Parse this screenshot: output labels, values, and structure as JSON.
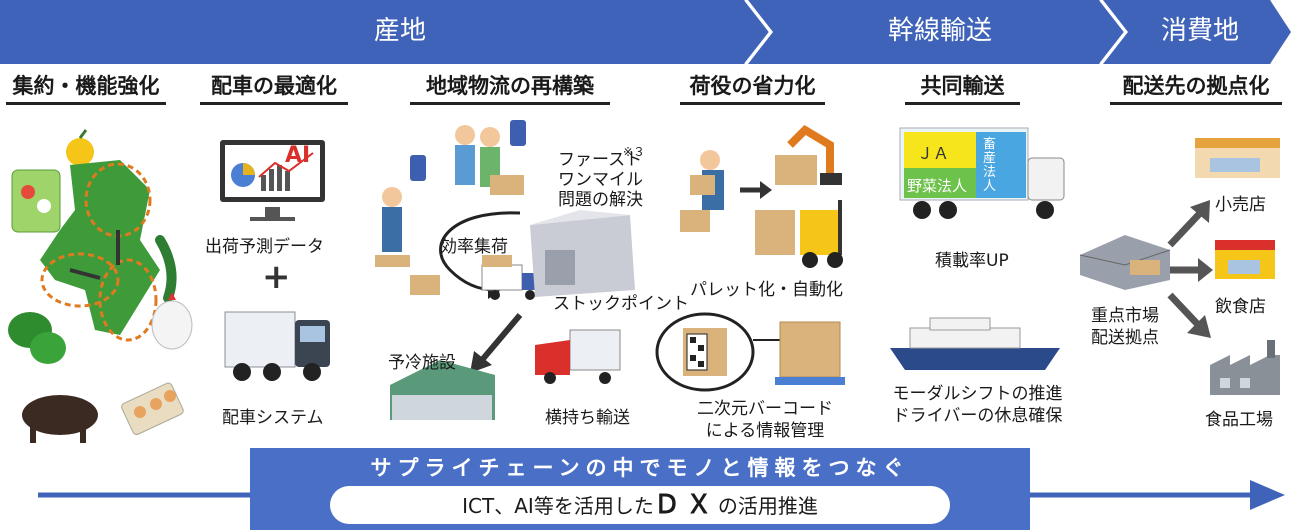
{
  "phases": [
    "産地",
    "幹線輸送",
    "消費地"
  ],
  "categories": [
    "集約・機能強化",
    "配車の最適化",
    "地域物流の再構築",
    "荷役の省力化",
    "共同輸送",
    "配送先の拠点化"
  ],
  "dispatch": {
    "ai_badge": "AI",
    "forecast_label": "出荷予測データ",
    "plus": "+",
    "system_label": "配車システム"
  },
  "regional": {
    "first_mile": [
      "ファースト",
      "ワンマイル",
      "問題の解決"
    ],
    "note_mark": "※３",
    "consolidation": "効率集荷",
    "stock_point": "ストックポイント",
    "cooling": "予冷施設",
    "transfer": "横持ち輸送"
  },
  "handling": {
    "pallet": "パレット化・自動化",
    "qr_line1": "二次元バーコード",
    "qr_line2": "による情報管理"
  },
  "joint": {
    "ja": "ＪＡ",
    "veg": "野菜法人",
    "livestock": "畜産法人",
    "load_rate": "積載率UP",
    "modal1": "モーダルシフトの推進",
    "modal2": "ドライバーの休息確保"
  },
  "hub": {
    "market1": "重点市場",
    "market2": "配送拠点",
    "retail": "小売店",
    "restaurant": "飲食店",
    "factory": "食品工場"
  },
  "bottom": {
    "title": "サプライチェーンの中でモノと情報をつなぐ",
    "sub_prefix": "ICT、AI等を活用した",
    "sub_dx": "ＤＸ",
    "sub_suffix": "の活用推進"
  },
  "colors": {
    "banner": "#3f63b8",
    "japan_map": "#3f9b3a",
    "orange": "#e07a1f",
    "arrow_gray": "#555555"
  }
}
